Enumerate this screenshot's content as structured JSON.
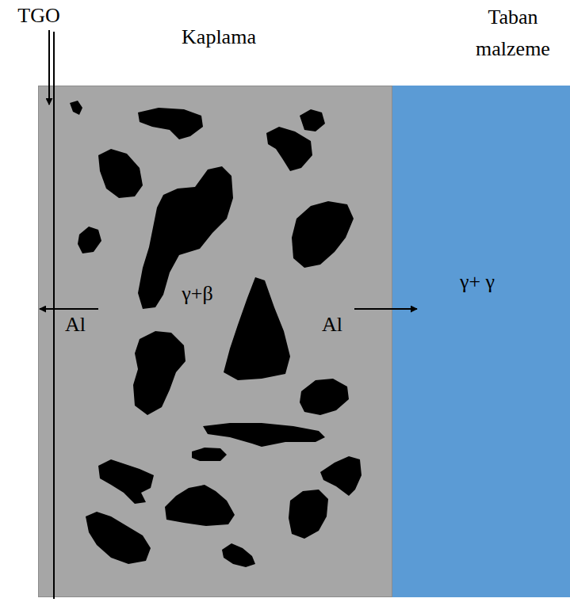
{
  "diagram": {
    "nodes": [
      {
        "text": [
          "Kaplama",
          "γ+β"
        ]
      },
      {
        "text": [
          "Taban malzeme",
          "γ+ γ"
        ]
      }
    ],
    "labels": [
      "TGO",
      "Al",
      "Al"
    ]
  }
}
